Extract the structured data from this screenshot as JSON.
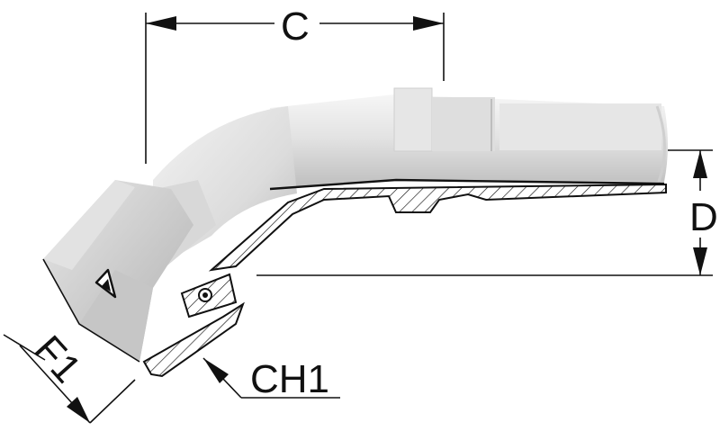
{
  "drawing": {
    "labels": {
      "c": "C",
      "d": "D",
      "f1": "F1",
      "ch1": "CH1"
    },
    "colors": {
      "body_light": "#e9e9e9",
      "body_mid": "#cfcfcf",
      "body_dark": "#a9a9a9",
      "highlight": "#fbfbfb",
      "line": "#111111"
    }
  }
}
